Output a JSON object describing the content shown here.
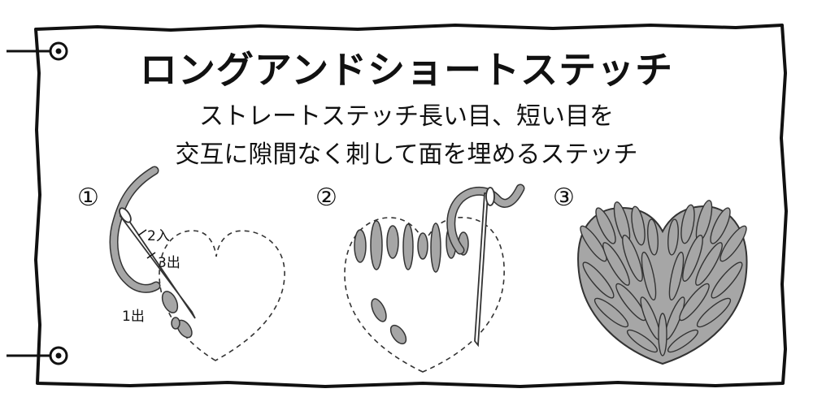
{
  "title": "ロングアンドショートステッチ",
  "description": {
    "line1": "ストレートステッチ長い目、短い目を",
    "line2": "交互に隙間なく刺して面を埋めるステッチ"
  },
  "steps": [
    {
      "number": "①",
      "labels": {
        "entry_2": "2入",
        "exit_3": "3出",
        "exit_1": "1出"
      }
    },
    {
      "number": "②"
    },
    {
      "number": "③"
    }
  ],
  "colors": {
    "fill": "#a6a6a6",
    "outline": "#333333",
    "background": "#ffffff",
    "ink": "#111111"
  },
  "icons": [
    "binder-ring-icon",
    "needle-icon",
    "thread-icon",
    "heart-outline-icon"
  ]
}
